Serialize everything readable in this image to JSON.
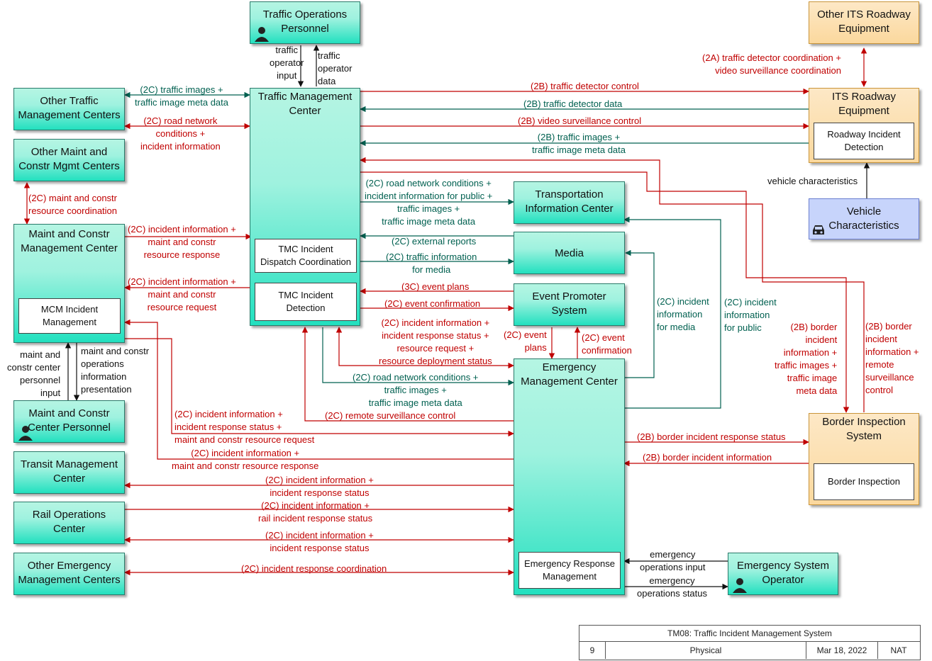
{
  "nodes": {
    "tops": "Traffic Operations\nPersonnel",
    "other_its": "Other ITS Roadway\nEquipment",
    "otmc": "Other Traffic\nManagement Centers",
    "tmc": "Traffic Management\nCenter",
    "its_re": "ITS Roadway\nEquipment",
    "omcmc": "Other Maint and\nConstr Mgmt Centers",
    "tic": "Transportation\nInformation Center",
    "vehicle": "Vehicle\nCharacteristics",
    "mcmc": "Maint and Constr\nManagement Center",
    "media": "Media",
    "eps": "Event Promoter\nSystem",
    "emc": "Emergency\nManagement Center",
    "mcpers": "Maint and Constr\nCenter Personnel",
    "transit": "Transit Management\nCenter",
    "rail": "Rail Operations\nCenter",
    "oemc": "Other Emergency\nManagement Centers",
    "bis": "Border Inspection\nSystem",
    "eso": "Emergency System\nOperator"
  },
  "subs": {
    "tmc_dispatch": "TMC Incident\nDispatch Coordination",
    "tmc_detect": "TMC Incident\nDetection",
    "rid": "Roadway Incident\nDetection",
    "mcm_incident": "MCM Incident\nManagement",
    "erm": "Emergency Response\nManagement",
    "border_insp": "Border Inspection"
  },
  "flows": {
    "f1": "traffic\noperator\ninput",
    "f2": "traffic\noperator\ndata",
    "f3": "(2A) traffic detector coordination +\nvideo surveillance coordination",
    "f4": "(2C) traffic images +\ntraffic image meta data",
    "f5": "(2B) traffic detector control",
    "f6": "(2B) traffic detector data",
    "f7": "(2C) road network\nconditions +\nincident information",
    "f8": "(2B) video surveillance control",
    "f9": "(2B) traffic images +\ntraffic image meta data",
    "f10": "vehicle characteristics",
    "f11": "(2C) maint and constr\nresource coordination",
    "f12": "(2C) road network conditions +\nincident information for public +\ntraffic images +\ntraffic image meta data",
    "f13": "(2C) incident information +\nmaint and constr\nresource response",
    "f14": "(2C) external reports",
    "f15": "(2C) traffic information\nfor media",
    "f16": "(2C) incident information +\nmaint and constr\nresource request",
    "f17": "(3C) event plans",
    "f18": "(2C) event confirmation",
    "f19": "(2C) incident\ninformation\nfor media",
    "f20": "(2C) incident\ninformation\nfor public",
    "f21": "(2B) border\nincident\ninformation +\ntraffic images +\ntraffic image\nmeta data",
    "f22": "(2B) border\nincident\ninformation +\nremote\nsurveillance\ncontrol",
    "f23": "maint and\nconstr center\npersonnel\ninput",
    "f24": "maint and constr\noperations\ninformation\npresentation",
    "f25": "(2C) incident information +\nincident response status +\nresource request +\nresource deployment status",
    "f26": "(2C) event\nplans",
    "f27": "(2C) event\nconfirmation",
    "f28": "(2C) road network conditions +\ntraffic images +\ntraffic image meta data",
    "f29": "(2C) incident information +\nincident response status +\nmaint and constr resource request",
    "f30": "(2C) remote surveillance control",
    "f31": "(2B) border incident response status",
    "f32": "(2C) incident information +\nmaint and constr resource response",
    "f33": "(2B) border incident information",
    "f34": "(2C) incident information +\nincident response status",
    "f35": "(2C) incident information +\nrail incident response status",
    "f36": "(2C) incident information +\nincident response status",
    "f37": "(2C) incident response coordination",
    "f38": "emergency\noperations input",
    "f39": "emergency\noperations status"
  },
  "title_block": {
    "title": "TM08: Traffic Incident Management System",
    "page": "9",
    "view": "Physical",
    "date": "Mar 18, 2022",
    "scope": "NAT"
  },
  "colors": {
    "flow_red": "#c00000",
    "flow_green": "#006050",
    "node_teal": "#9ff2df",
    "node_orange": "#fbd89d",
    "node_blue": "#c7d4fb"
  },
  "icons": [
    "person-icon",
    "vehicle-icon"
  ]
}
